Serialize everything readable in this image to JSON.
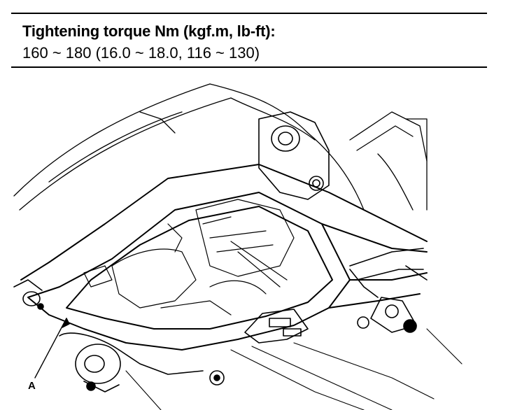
{
  "spec": {
    "heading": "Tightening torque Nm (kgf.m, lb-ft):",
    "value": "160 ~ 180 (16.0 ~ 18.0, 116 ~ 130)"
  },
  "figure": {
    "callout_label": "A"
  }
}
